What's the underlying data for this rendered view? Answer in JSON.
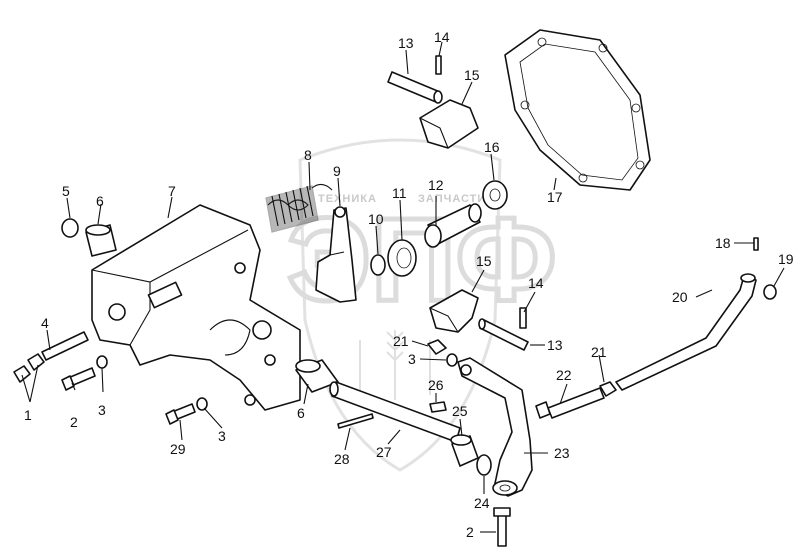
{
  "watermark": {
    "top_text_left": "ТЕХНИКА",
    "top_text_right": "ЗАПЧАСТИ",
    "monogram": "ЭПФ"
  },
  "callouts": [
    {
      "id": "1",
      "label": "1"
    },
    {
      "id": "2a",
      "label": "2"
    },
    {
      "id": "3a",
      "label": "3"
    },
    {
      "id": "4",
      "label": "4"
    },
    {
      "id": "5",
      "label": "5"
    },
    {
      "id": "6a",
      "label": "6"
    },
    {
      "id": "7",
      "label": "7"
    },
    {
      "id": "8",
      "label": "8"
    },
    {
      "id": "9",
      "label": "9"
    },
    {
      "id": "10",
      "label": "10"
    },
    {
      "id": "11",
      "label": "11"
    },
    {
      "id": "12",
      "label": "12"
    },
    {
      "id": "13a",
      "label": "13"
    },
    {
      "id": "14a",
      "label": "14"
    },
    {
      "id": "15a",
      "label": "15"
    },
    {
      "id": "16",
      "label": "16"
    },
    {
      "id": "17",
      "label": "17"
    },
    {
      "id": "15b",
      "label": "15"
    },
    {
      "id": "14b",
      "label": "14"
    },
    {
      "id": "13b",
      "label": "13"
    },
    {
      "id": "18",
      "label": "18"
    },
    {
      "id": "19",
      "label": "19"
    },
    {
      "id": "20",
      "label": "20"
    },
    {
      "id": "21a",
      "label": "21"
    },
    {
      "id": "3b",
      "label": "3"
    },
    {
      "id": "21b",
      "label": "21"
    },
    {
      "id": "22",
      "label": "22"
    },
    {
      "id": "26",
      "label": "26"
    },
    {
      "id": "6b",
      "label": "6"
    },
    {
      "id": "25",
      "label": "25"
    },
    {
      "id": "29",
      "label": "29"
    },
    {
      "id": "3c",
      "label": "3"
    },
    {
      "id": "28",
      "label": "28"
    },
    {
      "id": "27",
      "label": "27"
    },
    {
      "id": "23",
      "label": "23"
    },
    {
      "id": "24",
      "label": "24"
    },
    {
      "id": "2b",
      "label": "2"
    }
  ]
}
